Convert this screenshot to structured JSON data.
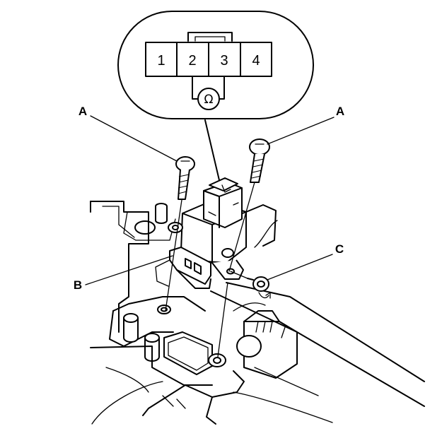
{
  "connector_view": {
    "pins": [
      "1",
      "2",
      "3",
      "4"
    ],
    "ohm_symbol": "Ω"
  },
  "callouts": {
    "a_left": "A",
    "a_right": "A",
    "b": "B",
    "c": "C"
  }
}
